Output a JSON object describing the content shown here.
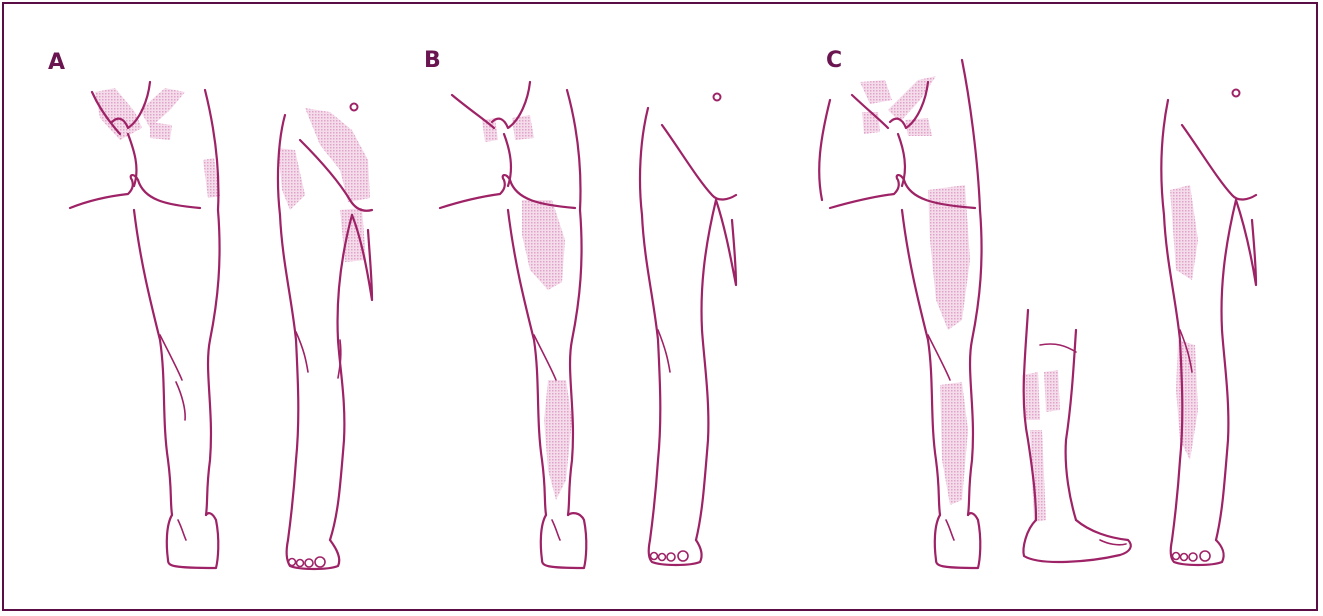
{
  "panels": [
    {
      "label": "A"
    },
    {
      "label": "B"
    },
    {
      "label": "C"
    }
  ],
  "colors": {
    "border": "#5a0e45",
    "label": "#6a1550",
    "outline": "#9e2266",
    "pain_region": "#e6b3d3"
  }
}
